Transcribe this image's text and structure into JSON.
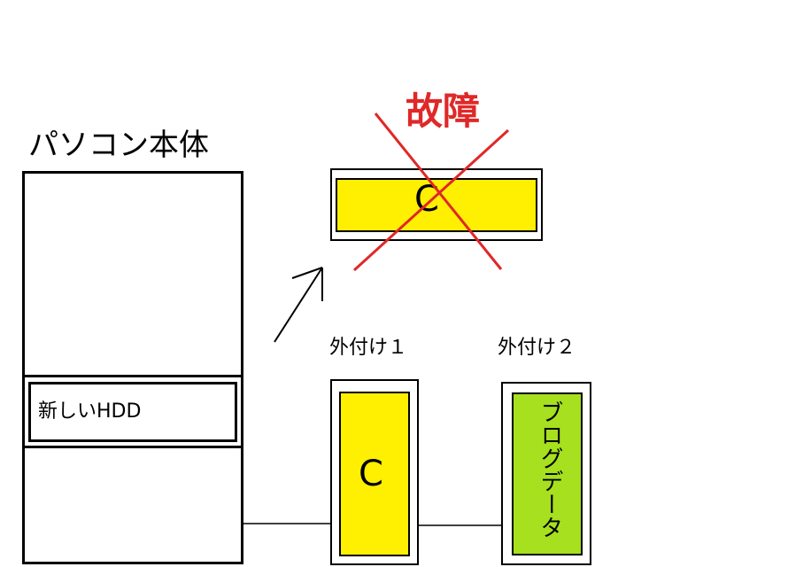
{
  "pc": {
    "title": "パソコン本体",
    "new_hdd_label": "新しいHDD"
  },
  "failed_drive": {
    "status_label": "故障",
    "drive_letter": "C",
    "cross_color": "#e02828",
    "fill_color": "#ffef00"
  },
  "external_1": {
    "label": "外付け１",
    "drive_letter": "C",
    "fill_color": "#ffef00"
  },
  "external_2": {
    "label": "外付け２",
    "content_label": "ブログデータ",
    "fill_color": "#a6e01e"
  }
}
